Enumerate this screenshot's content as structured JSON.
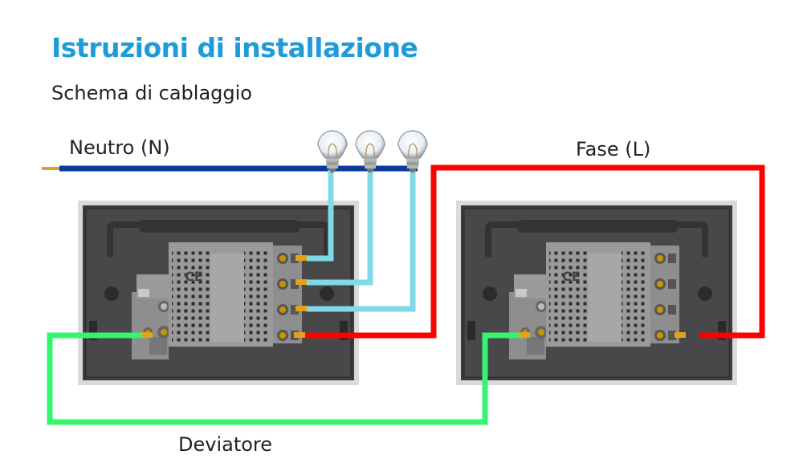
{
  "title": "Istruzioni di installazione",
  "subtitle": "Schema di cablaggio",
  "wires": {
    "neutral_label": "Neutro (N)",
    "phase_label": "Fase (L)",
    "traveler_label": "Deviatore"
  },
  "colors": {
    "title": "#1f9cd8",
    "neutral_wire": "#0b3c9c",
    "phase_wire": "#ff0000",
    "traveler_wire": "#34f56f",
    "load_wire": "#7fd9e6",
    "panel_frame": "#d9dbdb",
    "panel_body": "#48484a",
    "module": "#9a9a9a",
    "terminal": "#c89500"
  },
  "icons": [
    "bulb-icon",
    "bulb-icon",
    "bulb-icon"
  ]
}
